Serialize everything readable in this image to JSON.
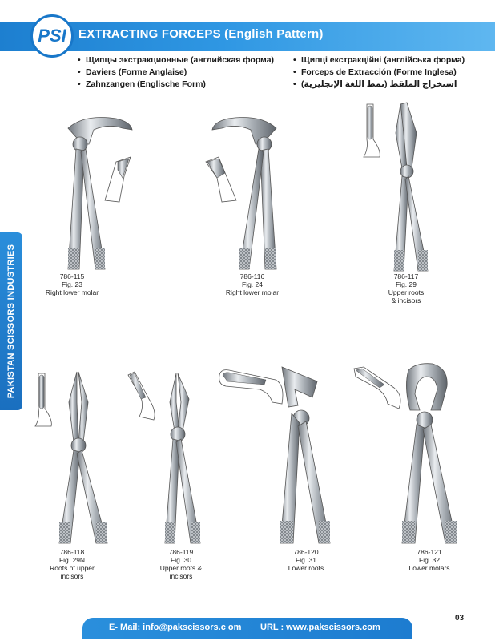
{
  "header": {
    "logo_text": "PSI",
    "title": "EXTRACTING FORCEPS (English Pattern)"
  },
  "subtitles": {
    "left": [
      "Щипцы экстракционные (английская форма)",
      "Daviers (Forme Anglaise)",
      "Zahnzangen (Englische Form)"
    ],
    "right": [
      "Щипці екстракційні (англійська форма)",
      "Forceps de Extracción (Forme Inglesa)",
      "استخراج الملقط (نمط اللغة الإنجليزية)"
    ]
  },
  "side_tab": {
    "text": "PAKISTAN SCISSORS INDUSTRIES"
  },
  "products": [
    {
      "code": "786-115",
      "fig": "Fig. 23",
      "desc": [
        "Right lower molar"
      ]
    },
    {
      "code": "786-116",
      "fig": "Fig.  24",
      "desc": [
        "Right lower molar"
      ]
    },
    {
      "code": "786-117",
      "fig": "Fig. 29",
      "desc": [
        "Upper roots",
        "& incisors"
      ]
    },
    {
      "code": "786-118",
      "fig": "Fig. 29N",
      "desc": [
        "Roots of upper",
        "incisors"
      ]
    },
    {
      "code": "786-119",
      "fig": "Fig. 30",
      "desc": [
        "Upper roots &",
        "incisors"
      ]
    },
    {
      "code": "786-120",
      "fig": "Fig. 31",
      "desc": [
        "Lower roots"
      ]
    },
    {
      "code": "786-121",
      "fig": "Fig. 32",
      "desc": [
        "Lower molars"
      ]
    }
  ],
  "footer": {
    "email": "E- Mail: info@pakscissors.c om",
    "url": "URL  :  www.pakscissors.com",
    "page_number": "03"
  },
  "colors": {
    "brand_blue": "#1d7fd0",
    "steel": "#b9bec4"
  }
}
